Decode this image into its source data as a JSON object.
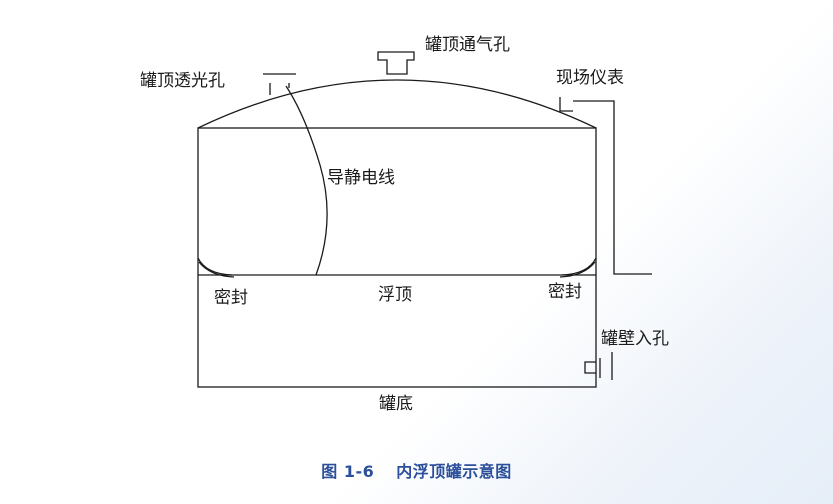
{
  "labels": {
    "vent_top": "罐顶通气孔",
    "sight_hole": "罐顶透光孔",
    "field_instrument": "现场仪表",
    "static_wire": "导静电线",
    "seal_left": "密封",
    "floating_roof": "浮顶",
    "seal_right": "密封",
    "manhole": "罐壁入孔",
    "tank_bottom": "罐底"
  },
  "caption": {
    "number": "图 1-6",
    "title": "内浮顶罐示意图"
  },
  "colors": {
    "stroke": "#1a1a1a",
    "caption": "#2b4f9a"
  }
}
